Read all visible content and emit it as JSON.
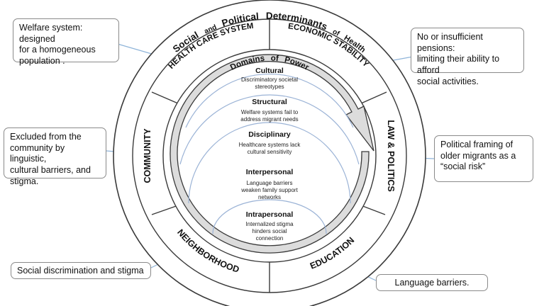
{
  "outer_ring": {
    "title_words": [
      "Social",
      "and",
      "Political",
      "Determinants",
      "of",
      "Health"
    ]
  },
  "segments": {
    "health_care": "HEALTH CARE SYSTEM",
    "economic": "ECONOMIC STABILITY",
    "law": "LAW & POLITICS",
    "education": "EDUCATION",
    "neighborhood": "NEIGHBORHOOD",
    "community": "COMMUNITY"
  },
  "power": {
    "words": [
      "Domains",
      "of",
      "Power"
    ]
  },
  "domains": [
    {
      "title": "Cultural",
      "desc": [
        "Discriminatory societal",
        "stereotypes"
      ]
    },
    {
      "title": "Structural",
      "desc": [
        "Welfare systems fail to",
        "address migrant needs"
      ]
    },
    {
      "title": "Disciplinary",
      "desc": [
        "Healthcare systems lack",
        "cultural sensitivity"
      ]
    },
    {
      "title": "Interpersonal",
      "desc": [
        "Language barriers",
        "weaken family support",
        "networks"
      ]
    },
    {
      "title": "Intrapersonal",
      "desc": [
        "Internalized stigma",
        "hinders social",
        "connection"
      ]
    }
  ],
  "callouts": {
    "welfare": [
      "Welfare system: designed",
      "for a homogeneous",
      "population ."
    ],
    "pensions": [
      "No or insufficient pensions:",
      "limiting their ability to afford",
      "social activities."
    ],
    "community": [
      "Excluded from the",
      "community by linguistic,",
      "cultural barriers, and",
      "stigma."
    ],
    "political": [
      "Political framing of",
      "older migrants as a",
      "“social risk”"
    ],
    "discrimination": [
      "Social discrimination and stigma"
    ],
    "language": [
      "Language barriers."
    ]
  },
  "colors": {
    "ring_stroke": "#3a3a3a",
    "arrow_fill": "#dcdcdc",
    "domain_arc": "#9bb3d6",
    "leader": "#8fb4d9"
  }
}
